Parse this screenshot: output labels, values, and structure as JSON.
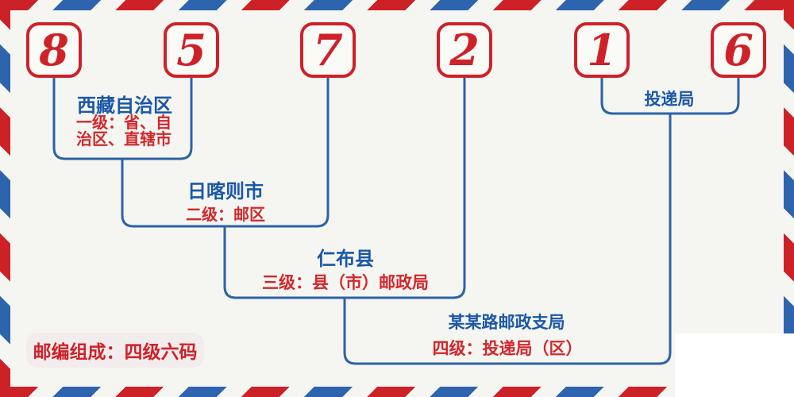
{
  "postal_code": {
    "digits": [
      "8",
      "5",
      "7",
      "2",
      "1",
      "6"
    ]
  },
  "levels": [
    {
      "name": "西藏自治区",
      "desc_lines": [
        "一级：省、自",
        "治区、直辖市"
      ]
    },
    {
      "name": "日喀则市",
      "desc_lines": [
        "二级：邮区"
      ]
    },
    {
      "name": "仁布县",
      "desc_lines": [
        "三级：县（市）邮政局"
      ]
    },
    {
      "name": "某某路邮政支局",
      "desc_lines": [
        "四级：投递局（区）"
      ]
    },
    {
      "name": "投递局",
      "desc_lines": []
    }
  ],
  "badge": {
    "text": "邮编组成：四级六码"
  },
  "colors": {
    "stripe_red": "#cc2127",
    "stripe_blue": "#2e63ad",
    "digit_red": "#cf2128",
    "line_blue": "#2b63a8",
    "name_blue": "#1b57a8",
    "desc_red": "#d4262c",
    "background": "#f5f6f1",
    "badge_bg": "#f3eced",
    "patch_white": "#ffffff"
  }
}
